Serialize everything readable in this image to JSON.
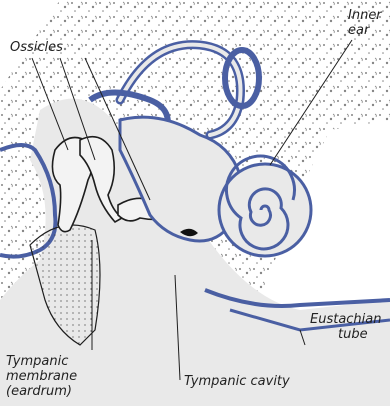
{
  "diagram": {
    "colors": {
      "outline": "#1e1e1e",
      "membrane_blue": "#4a5fa3",
      "fluid_fill": "#e9e9e9",
      "background": "#ffffff"
    },
    "labels": {
      "ossicles": "Ossicles",
      "inner_ear": [
        "Inner",
        "ear"
      ],
      "eustachian_tube": [
        "Eustachian",
        "tube"
      ],
      "tympanic_membrane": [
        "Tympanic",
        "membrane",
        "(eardrum)"
      ],
      "tympanic_cavity": "Tympanic cavity"
    }
  }
}
